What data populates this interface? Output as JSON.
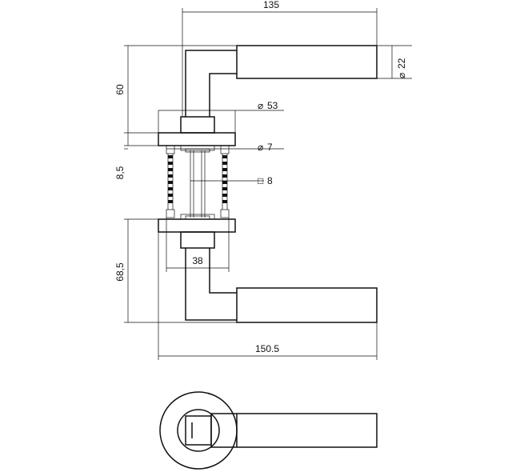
{
  "drawing": {
    "dimensions": {
      "width_135": "135",
      "diameter_22": "22",
      "height_60": "60",
      "diameter_53": "53",
      "diameter_7": "7",
      "offset_8_5": "8,5",
      "square_8": "8",
      "height_68_5": "68,5",
      "width_38": "38",
      "width_150_5": "150.5"
    },
    "symbols": {
      "diameter": "⌀",
      "square": "□"
    }
  }
}
